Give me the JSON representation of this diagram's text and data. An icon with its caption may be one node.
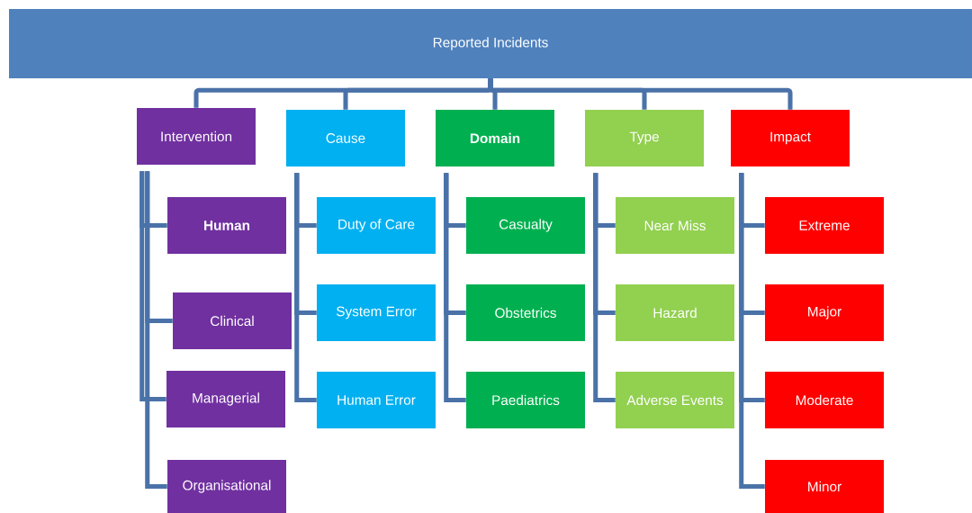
{
  "diagram": {
    "nodes": [
      {
        "text": [
          "Reported Incidents"
        ]
      },
      {
        "text": [
          "Intervention"
        ]
      },
      {
        "text": [
          "Cause"
        ]
      },
      {
        "text": [
          "Domain"
        ]
      },
      {
        "text": [
          "Type"
        ]
      },
      {
        "text": [
          "Impact"
        ]
      },
      {
        "text": [
          "Human"
        ]
      },
      {
        "text": [
          "Clinical"
        ]
      },
      {
        "text": [
          "Managerial"
        ]
      },
      {
        "text": [
          "Organisational"
        ]
      },
      {
        "text": [
          "Duty of Care"
        ]
      },
      {
        "text": [
          "System Error"
        ]
      },
      {
        "text": [
          "Human Error"
        ]
      },
      {
        "text": [
          "Casualty"
        ]
      },
      {
        "text": [
          "Obstetrics"
        ]
      },
      {
        "text": [
          "Paediatrics"
        ]
      },
      {
        "text": [
          "Near Miss"
        ]
      },
      {
        "text": [
          "Hazard"
        ]
      },
      {
        "text": [
          "Adverse Events"
        ]
      },
      {
        "text": [
          "Extreme"
        ]
      },
      {
        "text": [
          "Major"
        ]
      },
      {
        "text": [
          "Moderate"
        ]
      },
      {
        "text": [
          "Minor"
        ]
      }
    ],
    "edges": [
      {
        "from": 0,
        "to": 1,
        "arrow": "none"
      },
      {
        "from": 0,
        "to": 2,
        "arrow": "none"
      },
      {
        "from": 0,
        "to": 3,
        "arrow": "none"
      },
      {
        "from": 0,
        "to": 4,
        "arrow": "none"
      },
      {
        "from": 0,
        "to": 5,
        "arrow": "none"
      },
      {
        "from": 1,
        "to": 6,
        "arrow": "none"
      },
      {
        "from": 1,
        "to": 7,
        "arrow": "none"
      },
      {
        "from": 1,
        "to": 8,
        "arrow": "none"
      },
      {
        "from": 1,
        "to": 9,
        "arrow": "none"
      },
      {
        "from": 2,
        "to": 10,
        "arrow": "none"
      },
      {
        "from": 2,
        "to": 11,
        "arrow": "none"
      },
      {
        "from": 2,
        "to": 12,
        "arrow": "none"
      },
      {
        "from": 3,
        "to": 13,
        "arrow": "none"
      },
      {
        "from": 3,
        "to": 14,
        "arrow": "none"
      },
      {
        "from": 3,
        "to": 15,
        "arrow": "none"
      },
      {
        "from": 4,
        "to": 16,
        "arrow": "none"
      },
      {
        "from": 4,
        "to": 17,
        "arrow": "none"
      },
      {
        "from": 4,
        "to": 18,
        "arrow": "none"
      },
      {
        "from": 5,
        "to": 19,
        "arrow": "none"
      },
      {
        "from": 5,
        "to": 20,
        "arrow": "none"
      },
      {
        "from": 5,
        "to": 21,
        "arrow": "none"
      },
      {
        "from": 5,
        "to": 22,
        "arrow": "none"
      }
    ]
  }
}
